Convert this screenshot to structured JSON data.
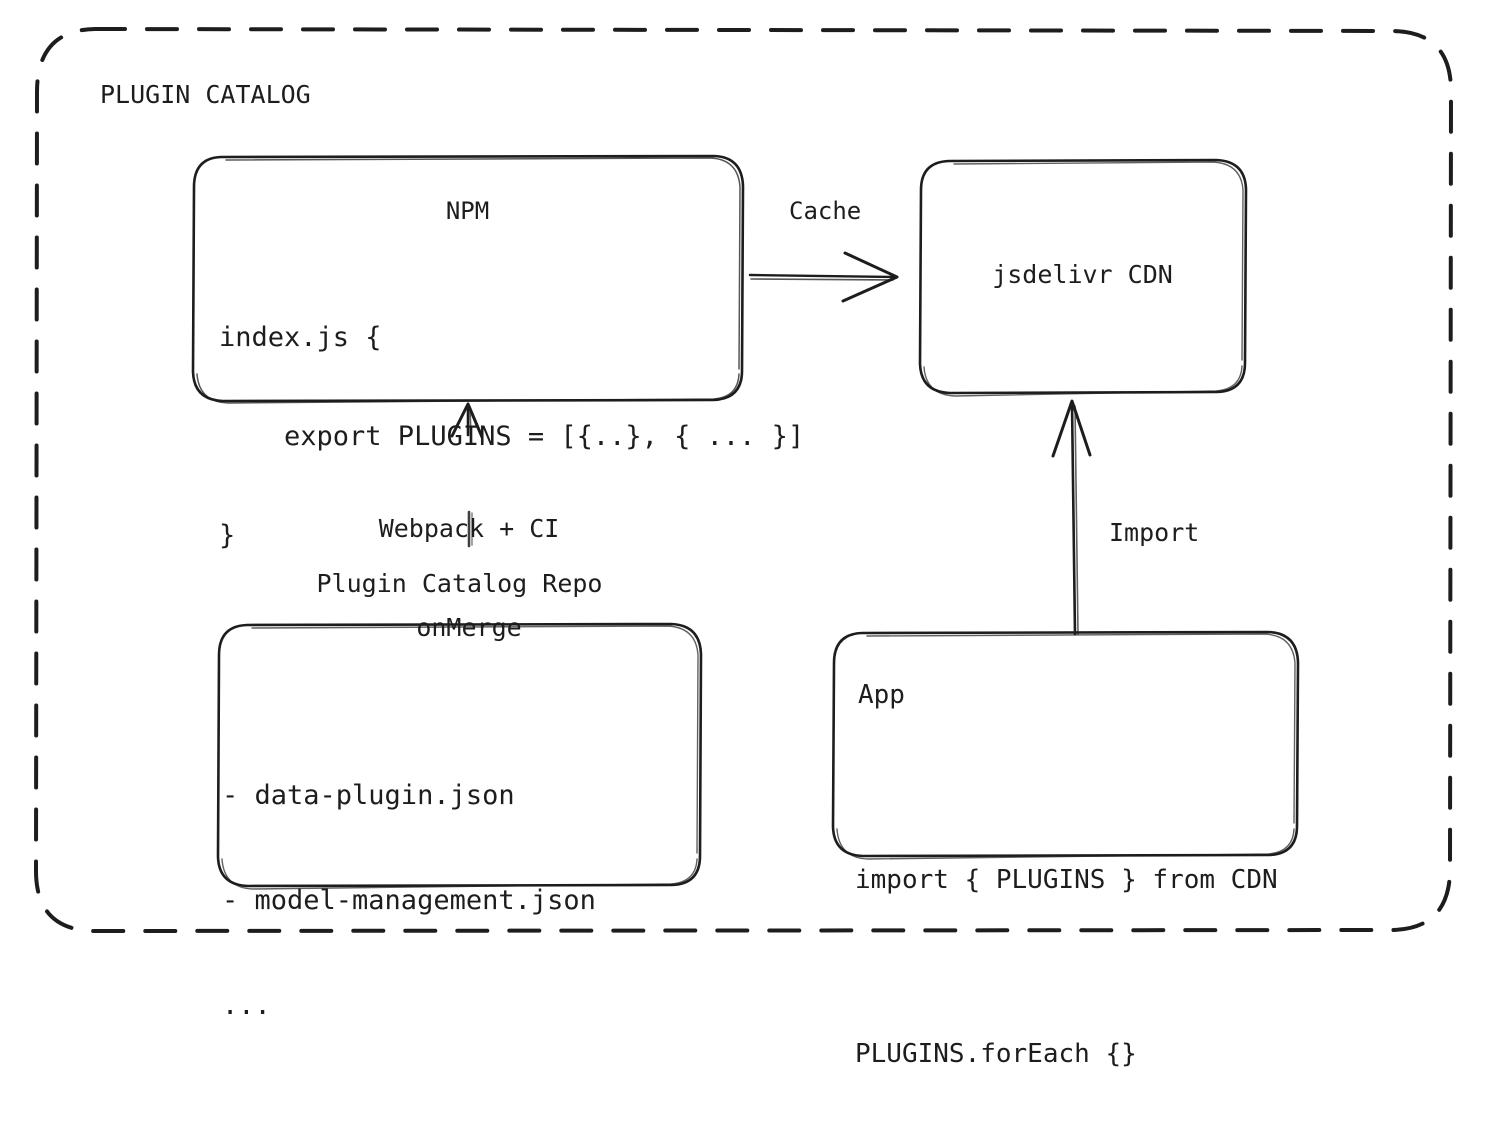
{
  "diagram": {
    "title": "PLUGIN CATALOG",
    "background_color": "#ffffff",
    "stroke_color": "#1d1d1d",
    "style": "hand-drawn sketch (excalidraw-like)",
    "outer_frame": {
      "name": "plugin-catalog-frame",
      "border_style": "dashed",
      "label": "PLUGIN CATALOG"
    },
    "nodes": [
      {
        "id": "npm",
        "title": "NPM",
        "title_align": "center",
        "lines": [
          "index.js {",
          "    export PLUGINS = [{..}, { ... }]",
          "}"
        ]
      },
      {
        "id": "cdn",
        "title": "jsdelivr CDN",
        "title_align": "center",
        "lines": []
      },
      {
        "id": "repo",
        "external_label": "Plugin Catalog Repo",
        "lines": [
          "- data-plugin.json",
          "- model-management.json",
          "..."
        ]
      },
      {
        "id": "app",
        "title": "App",
        "title_align": "left",
        "lines": [
          "import { PLUGINS } from CDN",
          "PLUGINS.forEach {}"
        ]
      }
    ],
    "edges": [
      {
        "id": "npm-to-cdn",
        "from": "npm",
        "to": "cdn",
        "label": "Cache",
        "direction": "right"
      },
      {
        "id": "repo-to-npm",
        "from": "repo",
        "to": "npm",
        "label": "Webpack + CI\nonMerge",
        "label_line1": "Webpack + CI",
        "label_line2": "onMerge",
        "direction": "up"
      },
      {
        "id": "app-to-cdn",
        "from": "app",
        "to": "cdn",
        "label": "Import",
        "direction": "up"
      }
    ]
  }
}
